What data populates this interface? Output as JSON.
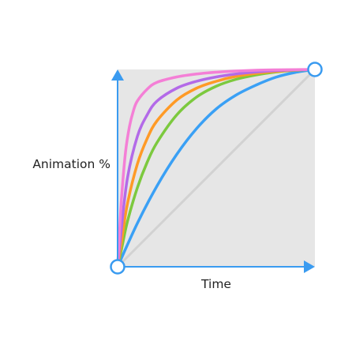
{
  "chart_data": {
    "type": "line",
    "xlabel": "Time",
    "ylabel": "Animation %",
    "xlim": [
      0,
      1
    ],
    "ylim": [
      0,
      1
    ],
    "grid": false,
    "legend": "none",
    "background_color": "#e6e6e6",
    "axis_color": "#3a9bf0",
    "endpoint_marker_color": "#3a9bf0",
    "reference": {
      "color": "#d2d2d2",
      "x": [
        0,
        1
      ],
      "y": [
        0,
        1
      ]
    },
    "series": [
      {
        "color": "#3aa0f5",
        "x": [
          0,
          0.1,
          0.2,
          0.3,
          0.4,
          0.5,
          0.6,
          0.7,
          0.8,
          0.9,
          1.0
        ],
        "y": [
          0,
          0.22,
          0.41,
          0.57,
          0.7,
          0.8,
          0.87,
          0.92,
          0.96,
          0.985,
          1.0
        ]
      },
      {
        "color": "#7cc93e",
        "x": [
          0,
          0.02,
          0.05,
          0.1,
          0.15,
          0.2,
          0.3,
          0.4,
          0.5,
          0.6,
          0.7,
          0.8,
          0.9,
          1.0
        ],
        "y": [
          0,
          0.09,
          0.23,
          0.4,
          0.53,
          0.63,
          0.77,
          0.86,
          0.915,
          0.95,
          0.972,
          0.987,
          0.996,
          1.0
        ]
      },
      {
        "color": "#ff9a26",
        "x": [
          0,
          0.02,
          0.05,
          0.1,
          0.15,
          0.2,
          0.3,
          0.4,
          0.5,
          0.6,
          0.7,
          0.8,
          0.9,
          1.0
        ],
        "y": [
          0,
          0.13,
          0.32,
          0.52,
          0.65,
          0.74,
          0.845,
          0.905,
          0.94,
          0.965,
          0.98,
          0.99,
          0.997,
          1.0
        ]
      },
      {
        "color": "#b36ae8",
        "x": [
          0,
          0.02,
          0.05,
          0.1,
          0.15,
          0.2,
          0.3,
          0.4,
          0.5,
          0.6,
          0.7,
          0.8,
          0.9,
          1.0
        ],
        "y": [
          0,
          0.2,
          0.45,
          0.66,
          0.77,
          0.84,
          0.905,
          0.94,
          0.962,
          0.977,
          0.987,
          0.994,
          0.998,
          1.0
        ]
      },
      {
        "color": "#f47fd6",
        "x": [
          0,
          0.01,
          0.02,
          0.04,
          0.06,
          0.08,
          0.1,
          0.15,
          0.2,
          0.3,
          0.4,
          0.5,
          0.6,
          0.7,
          0.8,
          0.9,
          1.0
        ],
        "y": [
          0,
          0.18,
          0.35,
          0.58,
          0.71,
          0.79,
          0.84,
          0.9,
          0.935,
          0.962,
          0.977,
          0.986,
          0.992,
          0.996,
          0.998,
          0.999,
          1.0
        ]
      }
    ]
  }
}
